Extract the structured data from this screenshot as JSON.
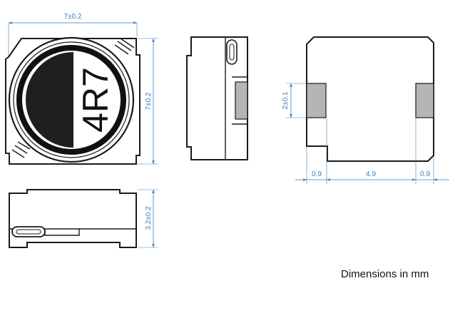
{
  "marking": "4R7",
  "dimensions": {
    "top_width": "7±0.2",
    "top_height": "7±0.2",
    "side_height": "3.2±0.2",
    "pad_height": "2±0.1",
    "pad_width_left": "0.9",
    "pad_gap": "4.9",
    "pad_width_right": "0.9"
  },
  "caption": "Dimensions in mm",
  "colors": {
    "dimension": "#3a7fc1",
    "outline": "#1a1a1a",
    "pad": "#b5b5b5"
  }
}
